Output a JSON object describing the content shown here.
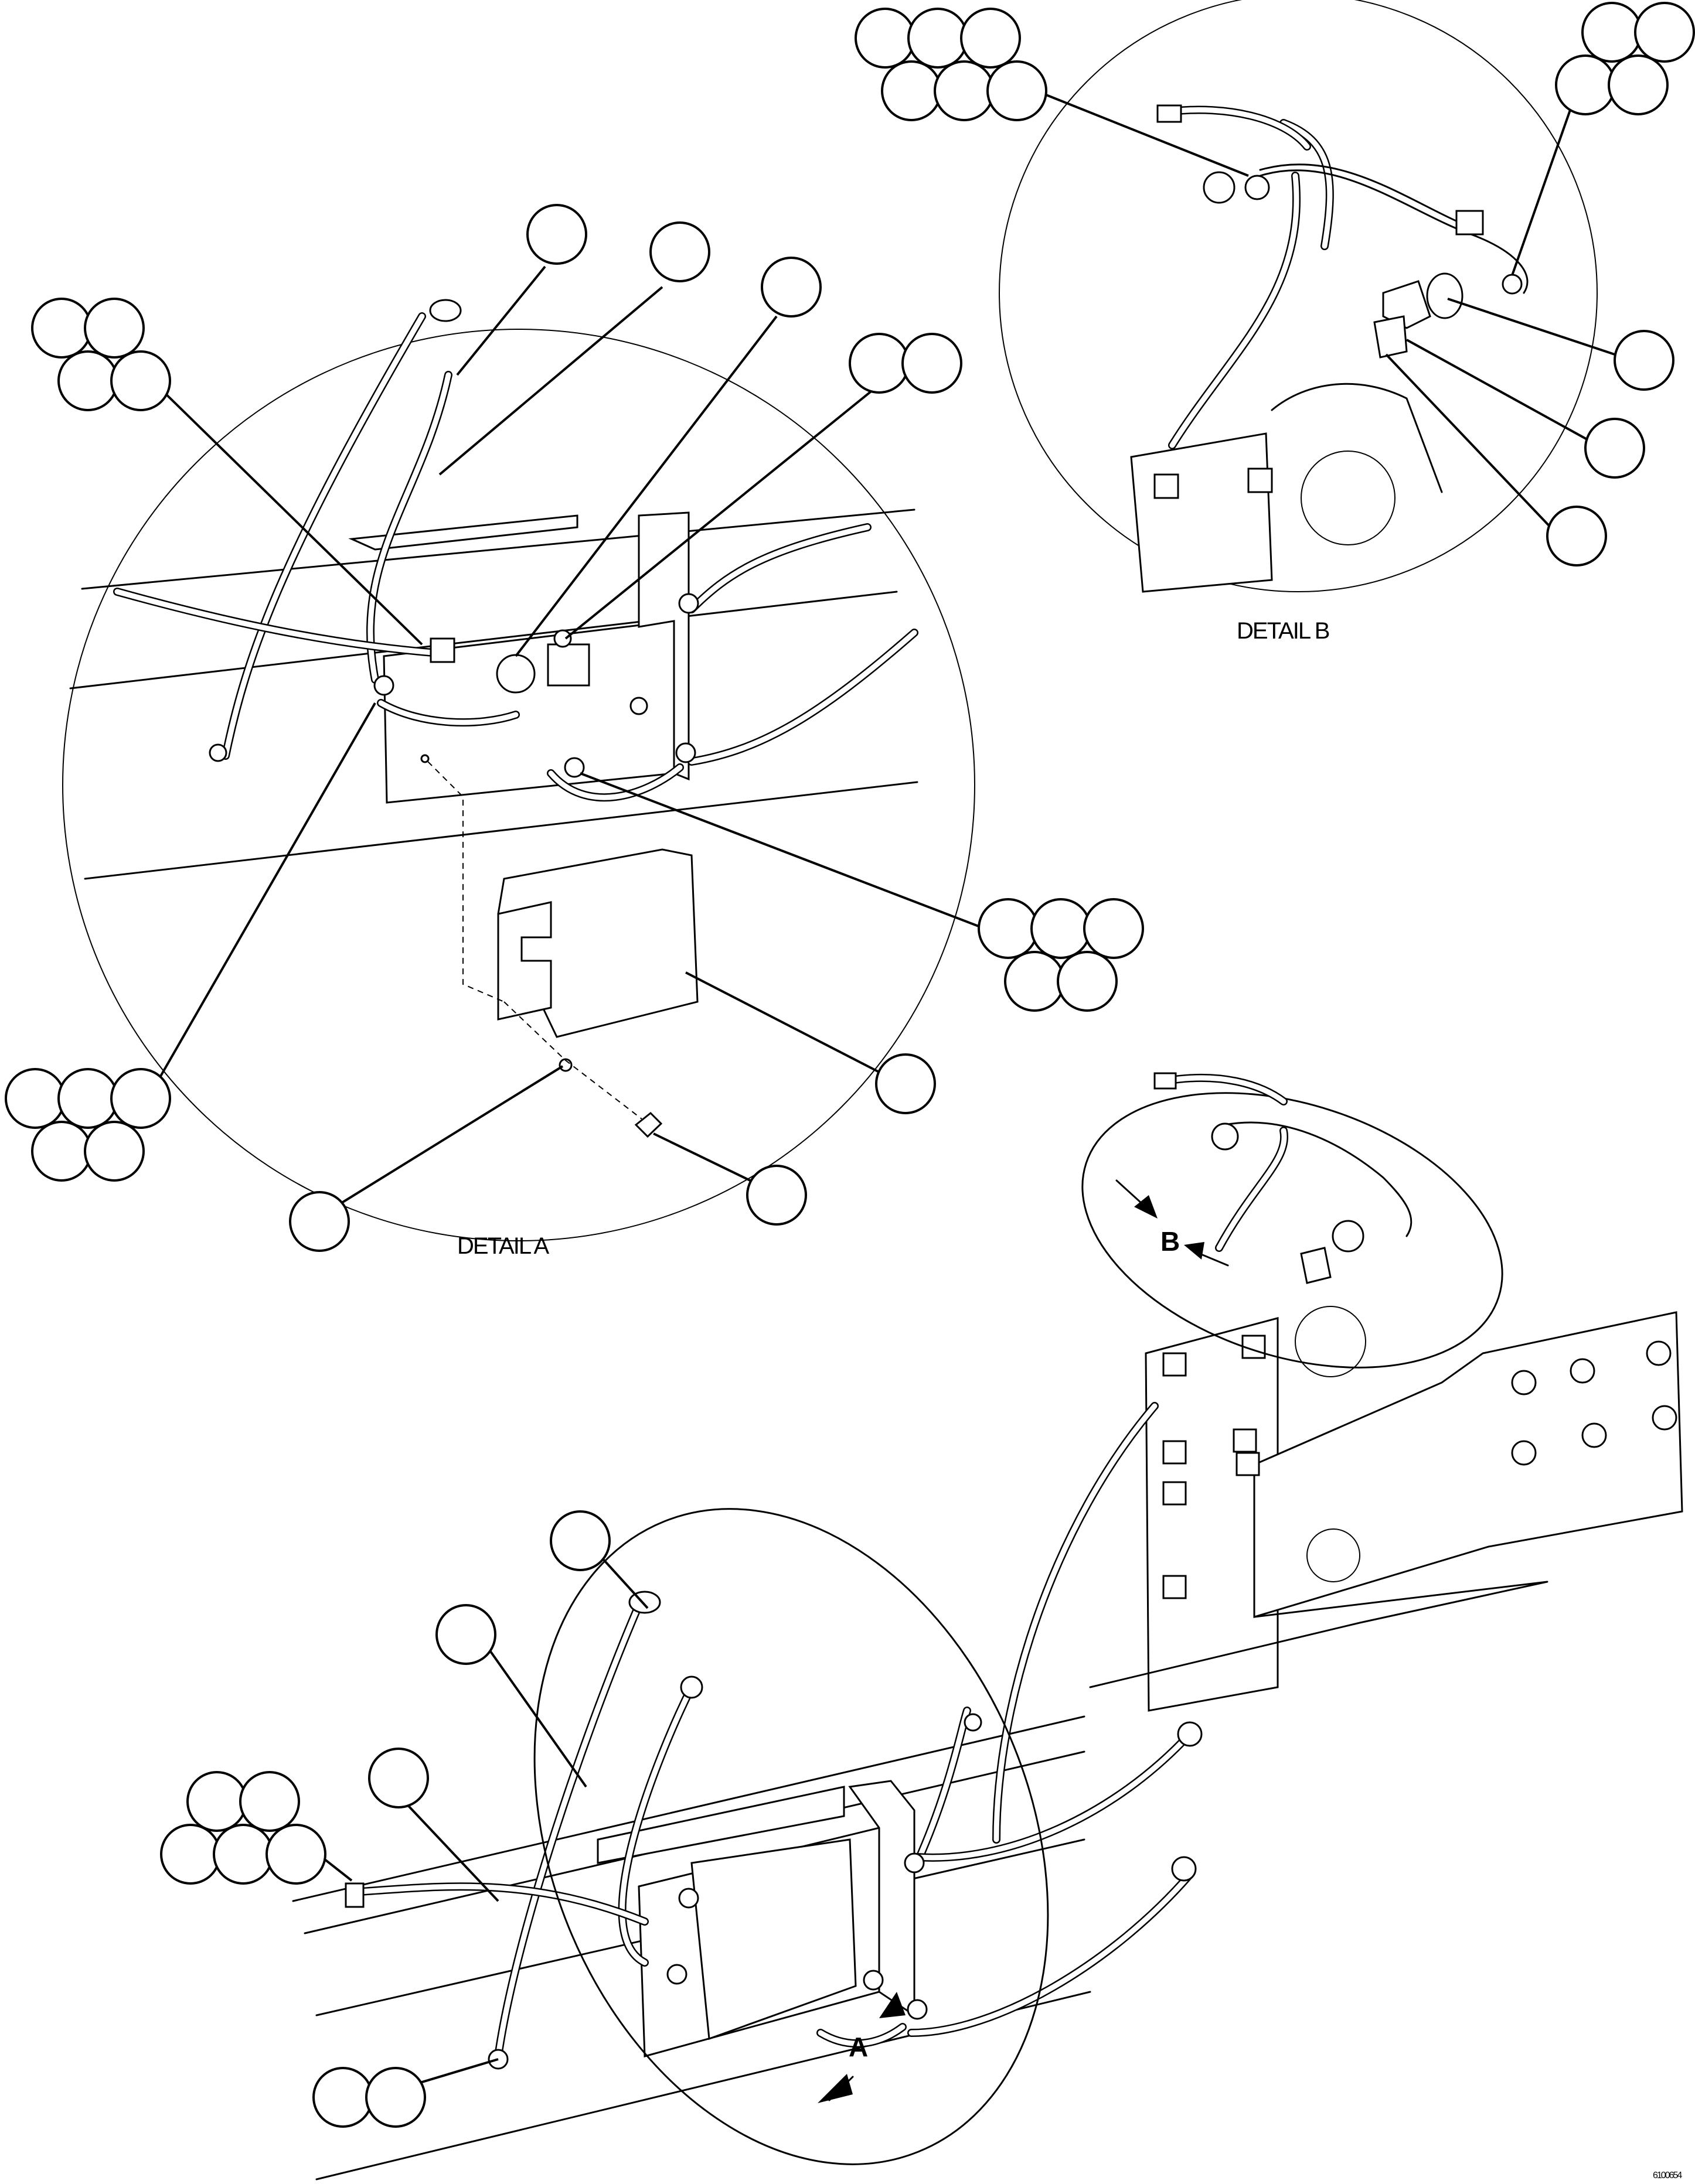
{
  "detail_a_label": "DETAIL A",
  "detail_b_label": "DETAIL B",
  "view_a_marker": "A",
  "view_b_marker": "B",
  "figure_code": "6100654"
}
